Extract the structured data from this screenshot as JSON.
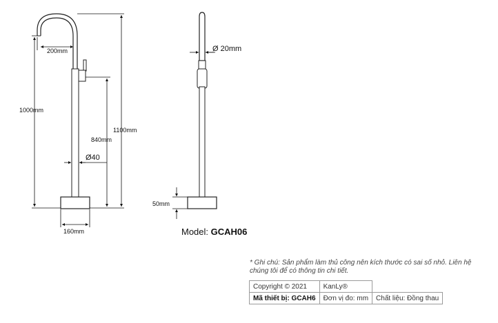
{
  "drawing": {
    "dimensions": {
      "spout_reach": "200mm",
      "total_height_left": "1000mm",
      "total_height_right": "1100mm",
      "body_height": "840mm",
      "pipe_diameter": "Ø40",
      "base_width": "160mm",
      "side_diameter": "Ø 20mm",
      "base_height": "50mm"
    },
    "model_label": "Model: ",
    "model_code": "GCAH06"
  },
  "note": "* Ghi chú: Sản phẩm làm thủ công nên kích thước có sai số nhỏ. Liên hệ chúng tôi để có thông tin chi tiết.",
  "info_table": {
    "row1": {
      "c1": "Copyright © 2021",
      "c2": "KanLy®",
      "c3": ""
    },
    "row2": {
      "c1": "Mã thiết bị: GCAH6",
      "c2": "Đơn vị đo: mm",
      "c3": "Chất liệu: Đồng thau"
    }
  }
}
